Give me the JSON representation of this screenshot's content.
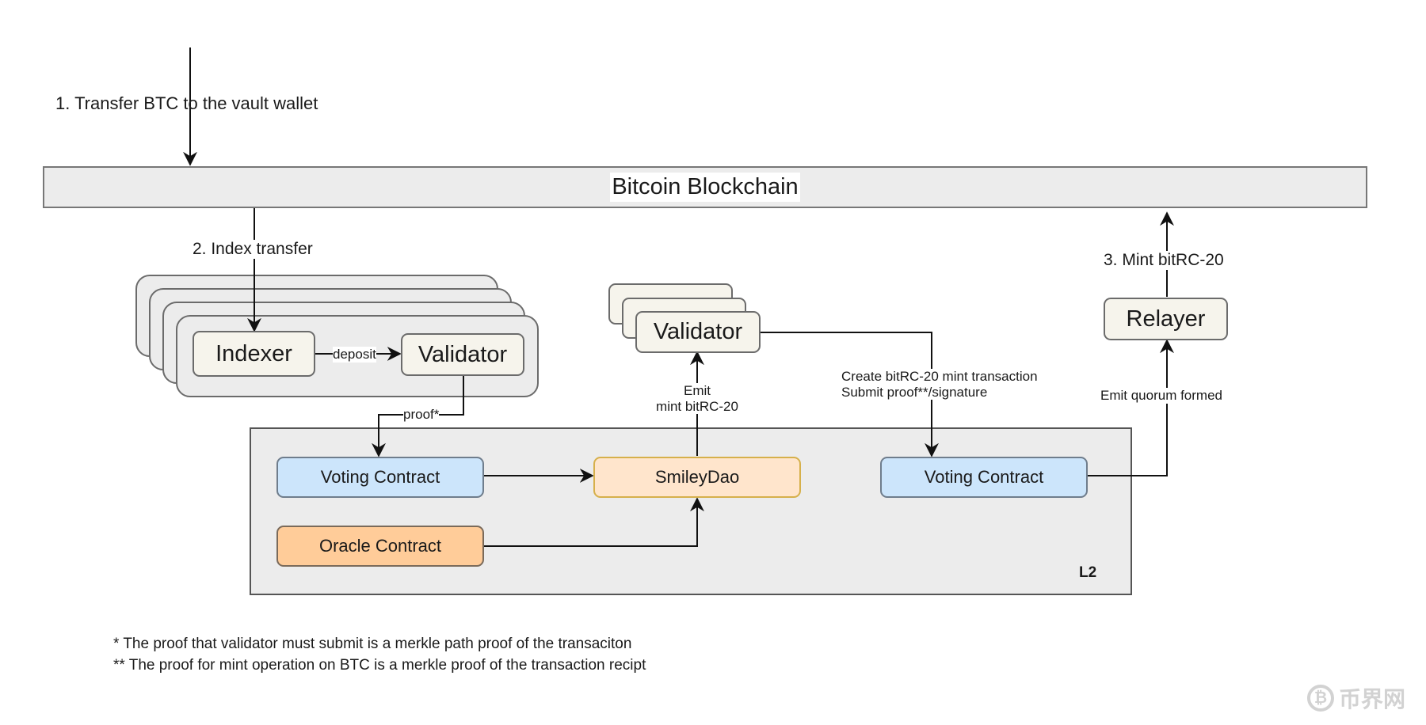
{
  "diagram": {
    "blockchain": {
      "label": "Bitcoin Blockchain"
    },
    "steps": {
      "transfer": "1. Transfer  BTC to the vault wallet",
      "index": "2. Index transfer",
      "mint": "3. Mint bitRC-20"
    },
    "node_group": {
      "indexer": "Indexer",
      "validator": "Validator",
      "deposit_edge": "deposit",
      "proof_edge": "proof*"
    },
    "validator_stack": {
      "label": "Validator"
    },
    "relayer": {
      "label": "Relayer"
    },
    "edges": {
      "emit_mint": [
        "Emit",
        "mint bitRC-20"
      ],
      "create_submit": [
        "Create bitRC-20 mint transaction",
        "Submit proof**/signature"
      ],
      "emit_quorum": "Emit quorum formed"
    },
    "l2": {
      "label": "L2",
      "voting_contract_left": "Voting Contract",
      "oracle_contract": "Oracle Contract",
      "smiley_dao": "SmileyDao",
      "voting_contract_right": "Voting Contract"
    },
    "footnotes": [
      "*  The proof that validator must submit is a merkle path proof of the transaciton",
      "** The proof for mint operation on BTC is a merkle proof of the transaction recipt"
    ],
    "watermark": {
      "icon": "bitcoin-logo-icon",
      "text": "币界网"
    },
    "colors": {
      "voting_fill": "#cce5fb",
      "smileydao_fill": "#ffe5cc",
      "smileydao_border": "#d6b04b",
      "oracle_fill": "#ffcc99",
      "node_fill": "#f6f4ec",
      "container_fill": "#ececec"
    }
  }
}
